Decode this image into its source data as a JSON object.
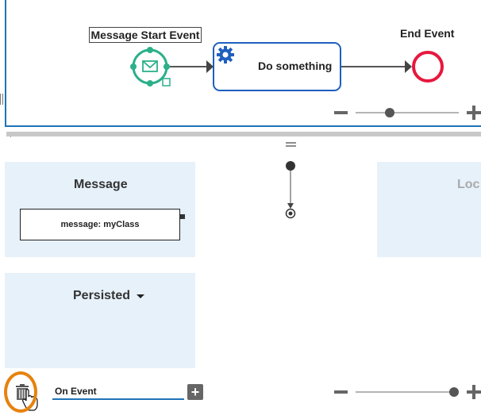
{
  "diagram": {
    "start_event_label": "Message Start Event",
    "task_label": "Do something",
    "end_event_label": "End Event"
  },
  "panels": {
    "message": {
      "title": "Message",
      "item_text": "message: myClass"
    },
    "persisted": {
      "title": "Persisted"
    },
    "right_partial_title": "Loc"
  },
  "footer": {
    "on_event_value": "On Event"
  },
  "icons": {
    "start_event": "envelope-icon",
    "task": "gear-icon",
    "end_event": "end-circle-icon",
    "zoom_out": "minus-icon",
    "zoom_in": "plus-icon",
    "delete": "trash-icon",
    "add": "plus-icon",
    "dropdown": "chevron-down-icon",
    "cursor": "hand-pointer-icon"
  },
  "colors": {
    "accent": "#1f73b7",
    "start_event": "#2bb08a",
    "end_event": "#e8173d",
    "panel_bg": "#e6f1fa",
    "highlight": "#e6820e"
  }
}
